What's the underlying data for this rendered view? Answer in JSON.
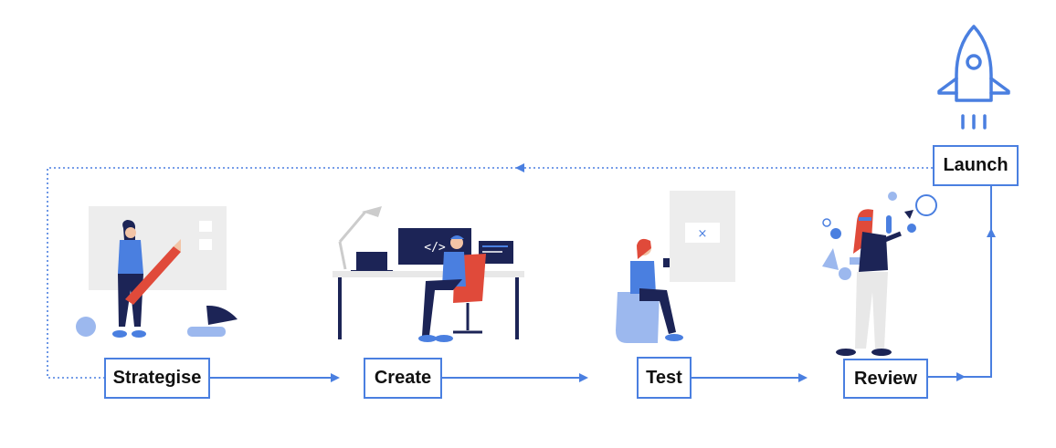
{
  "steps": {
    "strategise": "Strategise",
    "create": "Create",
    "test": "Test",
    "review": "Review",
    "launch": "Launch"
  },
  "colors": {
    "accent": "#4a7fe0",
    "dark_navy": "#1c2456",
    "red": "#e04a3a",
    "light_gray": "#eeeeee",
    "skin": "#f2c4a6"
  },
  "icons": [
    "rocket-icon",
    "strategise-illustration",
    "create-illustration",
    "test-illustration",
    "review-illustration"
  ]
}
